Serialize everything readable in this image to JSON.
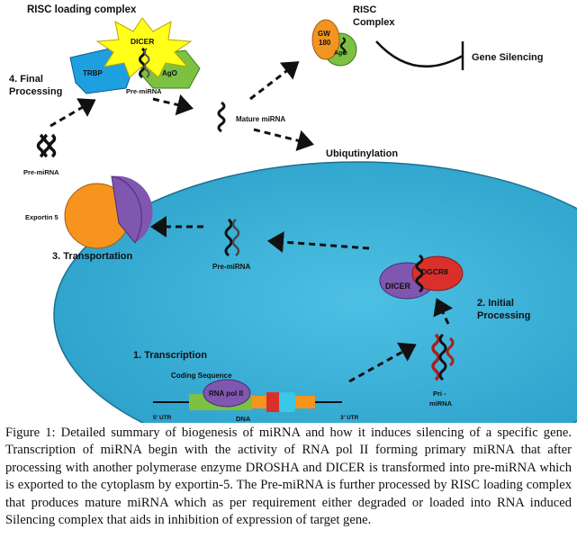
{
  "labels": {
    "risc_loading_complex": "RISC loading complex",
    "dicer_top": "DICER",
    "trbp": "TRBP",
    "ago_top": "AgO",
    "pre_mirna_top": "Pre-miRNA",
    "final_processing_1": "4. Final",
    "final_processing_2": "Processing",
    "risc_complex_1": "RISC",
    "risc_complex_2": "Complex",
    "gw_1": "GW",
    "gw_2": "180",
    "ago_risc": "AgO",
    "gene_silencing": "Gene Silencing",
    "mature_mirna": "Mature miRNA",
    "ubiquitinylation": "Ubiqutinylation",
    "pre_mirna_left": "Pre-miRNA",
    "exportin": "Exportin 5",
    "transportation": "3. Transportation",
    "pre_mirna_center": "Pre-miRNA",
    "dicer_mid": "DICER",
    "dgcr8": "DGCR8",
    "initial_processing_1": "2. Initial",
    "initial_processing_2": "Processing",
    "transcription": "1. Transcription",
    "coding_sequence": "Coding Sequence",
    "rna_pol": "RNA pol II",
    "utr5": "5' UTR",
    "utr3": "3' UTR",
    "dna": "DNA",
    "pri_1": "Pri -",
    "pri_2": "miRNA"
  },
  "caption": "Figure 1: Detailed summary of biogenesis of miRNA and how it induces silencing of a specific gene. Transcription of miRNA begin with the activity of RNA pol II forming primary miRNA that after processing with another polymerase enzyme DROSHA and DICER is transformed into pre-miRNA which is exported to the cytoplasm by exportin-5. The Pre-miRNA is further processed by RISC loading complex that produces mature miRNA which as per requirement either degraded or loaded into RNA induced Silencing complex that aids in inhibition of expression of target gene.",
  "colors": {
    "nucleus": "#3bb0d6",
    "dicer_star": "#ffff1a",
    "trbp": "#1e9fe0",
    "ago": "#7cc142",
    "gw180": "#f39422",
    "exportin_orange": "#f7941d",
    "exportin_purple": "#7f56b0",
    "dgcr8": "#d9302c",
    "rna_pol": "#7f56b0"
  }
}
